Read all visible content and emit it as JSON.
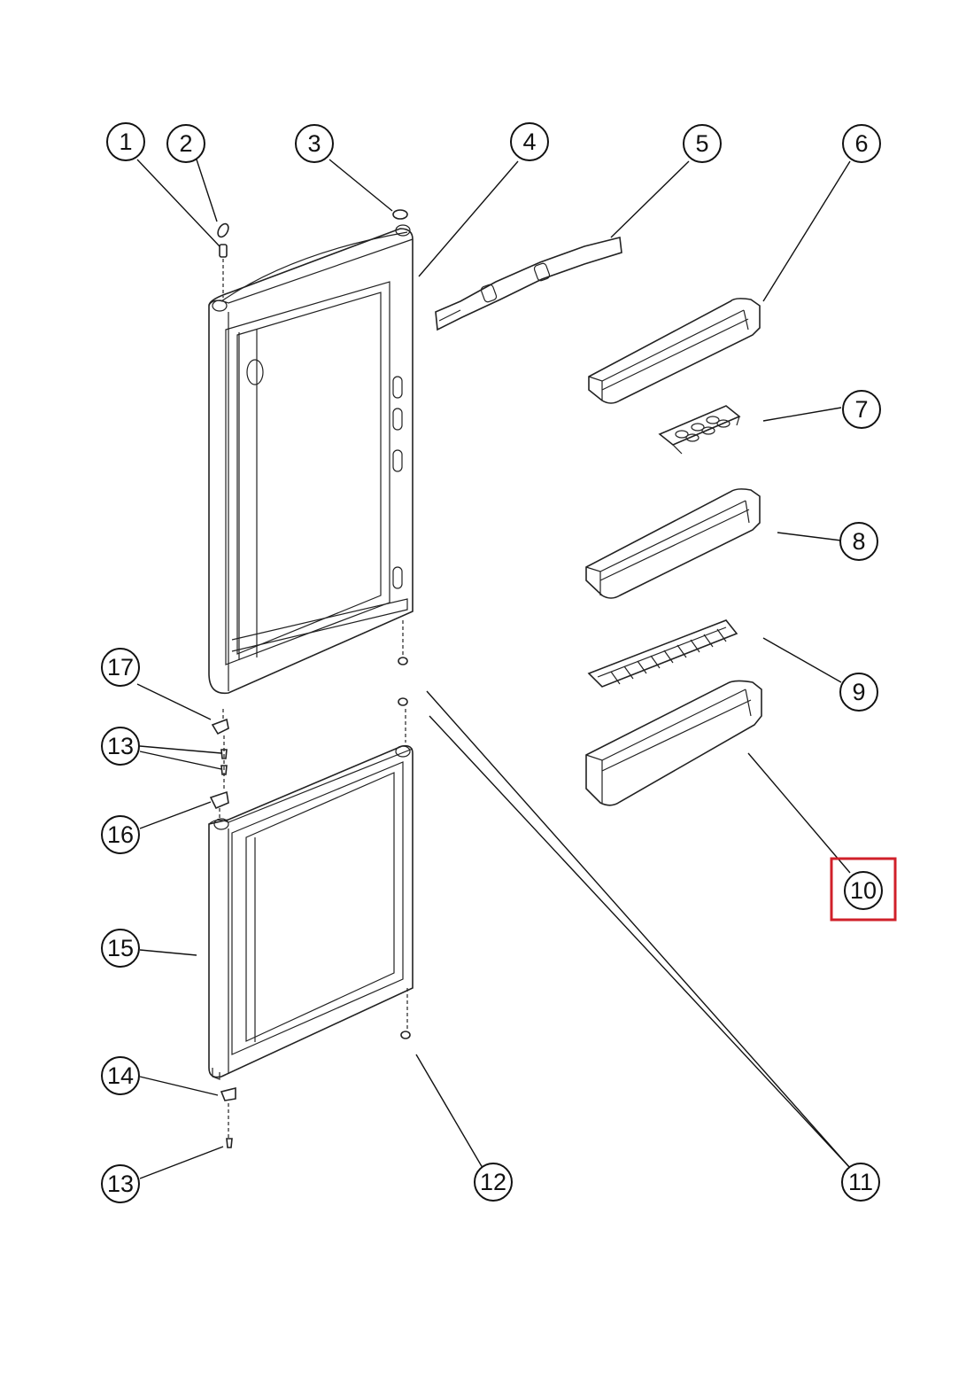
{
  "callouts": [
    {
      "id": "c1",
      "label": "1"
    },
    {
      "id": "c2",
      "label": "2"
    },
    {
      "id": "c3",
      "label": "3"
    },
    {
      "id": "c4",
      "label": "4"
    },
    {
      "id": "c5",
      "label": "5"
    },
    {
      "id": "c6",
      "label": "6"
    },
    {
      "id": "c7",
      "label": "7"
    },
    {
      "id": "c8",
      "label": "8"
    },
    {
      "id": "c9",
      "label": "9"
    },
    {
      "id": "c10",
      "label": "10"
    },
    {
      "id": "c11",
      "label": "11"
    },
    {
      "id": "c12",
      "label": "12"
    },
    {
      "id": "c13a",
      "label": "13"
    },
    {
      "id": "c13b",
      "label": "13"
    },
    {
      "id": "c14",
      "label": "14"
    },
    {
      "id": "c15",
      "label": "15"
    },
    {
      "id": "c16",
      "label": "16"
    },
    {
      "id": "c17",
      "label": "17"
    }
  ],
  "highlighted_callout": "10",
  "colors": {
    "line": "#111111",
    "highlight": "#d0202a",
    "background": "#ffffff"
  }
}
